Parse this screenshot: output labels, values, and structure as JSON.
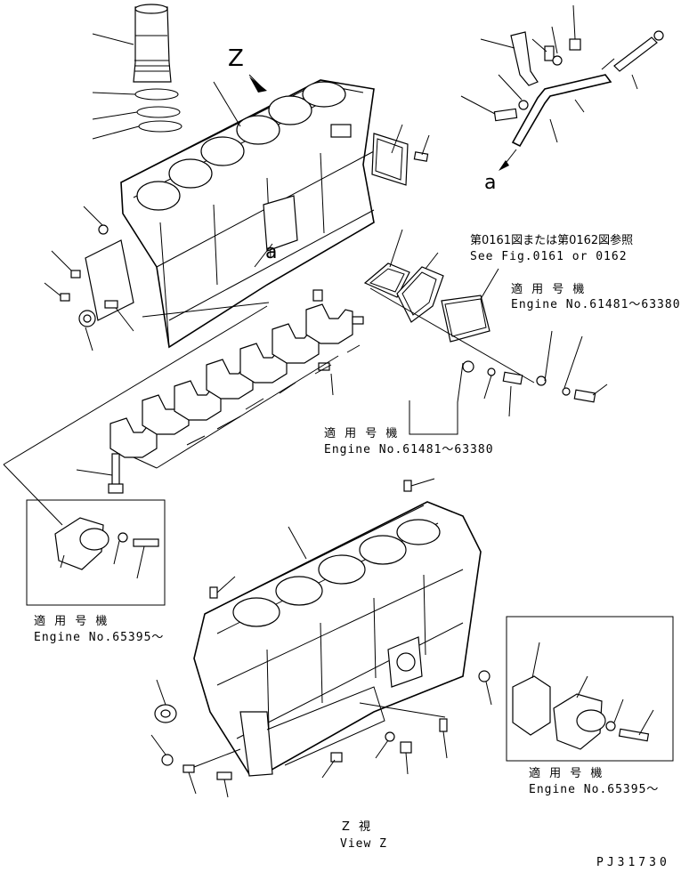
{
  "view_marker": "Z",
  "arrow_ref_top": "a",
  "arrow_ref_block": "a",
  "see_figure": {
    "jp": "第0161図または第0162図参照",
    "en": "See Fig.0161 or 0162"
  },
  "applicability_right_upper": {
    "jp": "適 用 号 機",
    "en": "Engine No.61481～63380"
  },
  "applicability_mid": {
    "jp": "適 用 号 機",
    "en": "Engine No.61481～63380"
  },
  "applicability_left_box": {
    "jp": "適 用 号 機",
    "en": "Engine No.65395～"
  },
  "applicability_right_box": {
    "jp": "適 用 号 機",
    "en": "Engine No.65395～"
  },
  "view_label": {
    "jp": "Z  視",
    "en": "View Z"
  },
  "drawing_code": "PJ31730"
}
